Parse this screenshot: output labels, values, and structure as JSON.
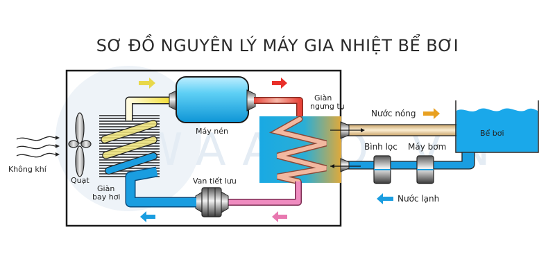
{
  "title": "SƠ ĐỒ NGUYÊN LÝ MÁY GIA NHIỆT BỂ BƠI",
  "watermark": "WAACO.VN",
  "labels": {
    "air": "Không khí",
    "fan": "Quạt",
    "evaporator_line1": "Giàn",
    "evaporator_line2": "bay hơi",
    "compressor": "Máy nén",
    "condenser_line1": "Giàn",
    "condenser_line2": "ngưng tụ",
    "expansion_valve": "Van tiết lưu",
    "hot_water": "Nước nóng",
    "cold_water": "Nước lạnh",
    "filter": "Bình lọc",
    "pump": "Máy bơm",
    "pool": "Bể bơi"
  },
  "colors": {
    "suction_gas": "#e8d84a",
    "hot_gas": "#e8443a",
    "liquid": "#e87ab0",
    "cold_refrigerant": "#1a9de0",
    "hot_water": "#e8a020",
    "cold_water": "#1a9de0",
    "pool_water": "#1aa8ea",
    "heat_exchanger": "#19a9e3"
  }
}
